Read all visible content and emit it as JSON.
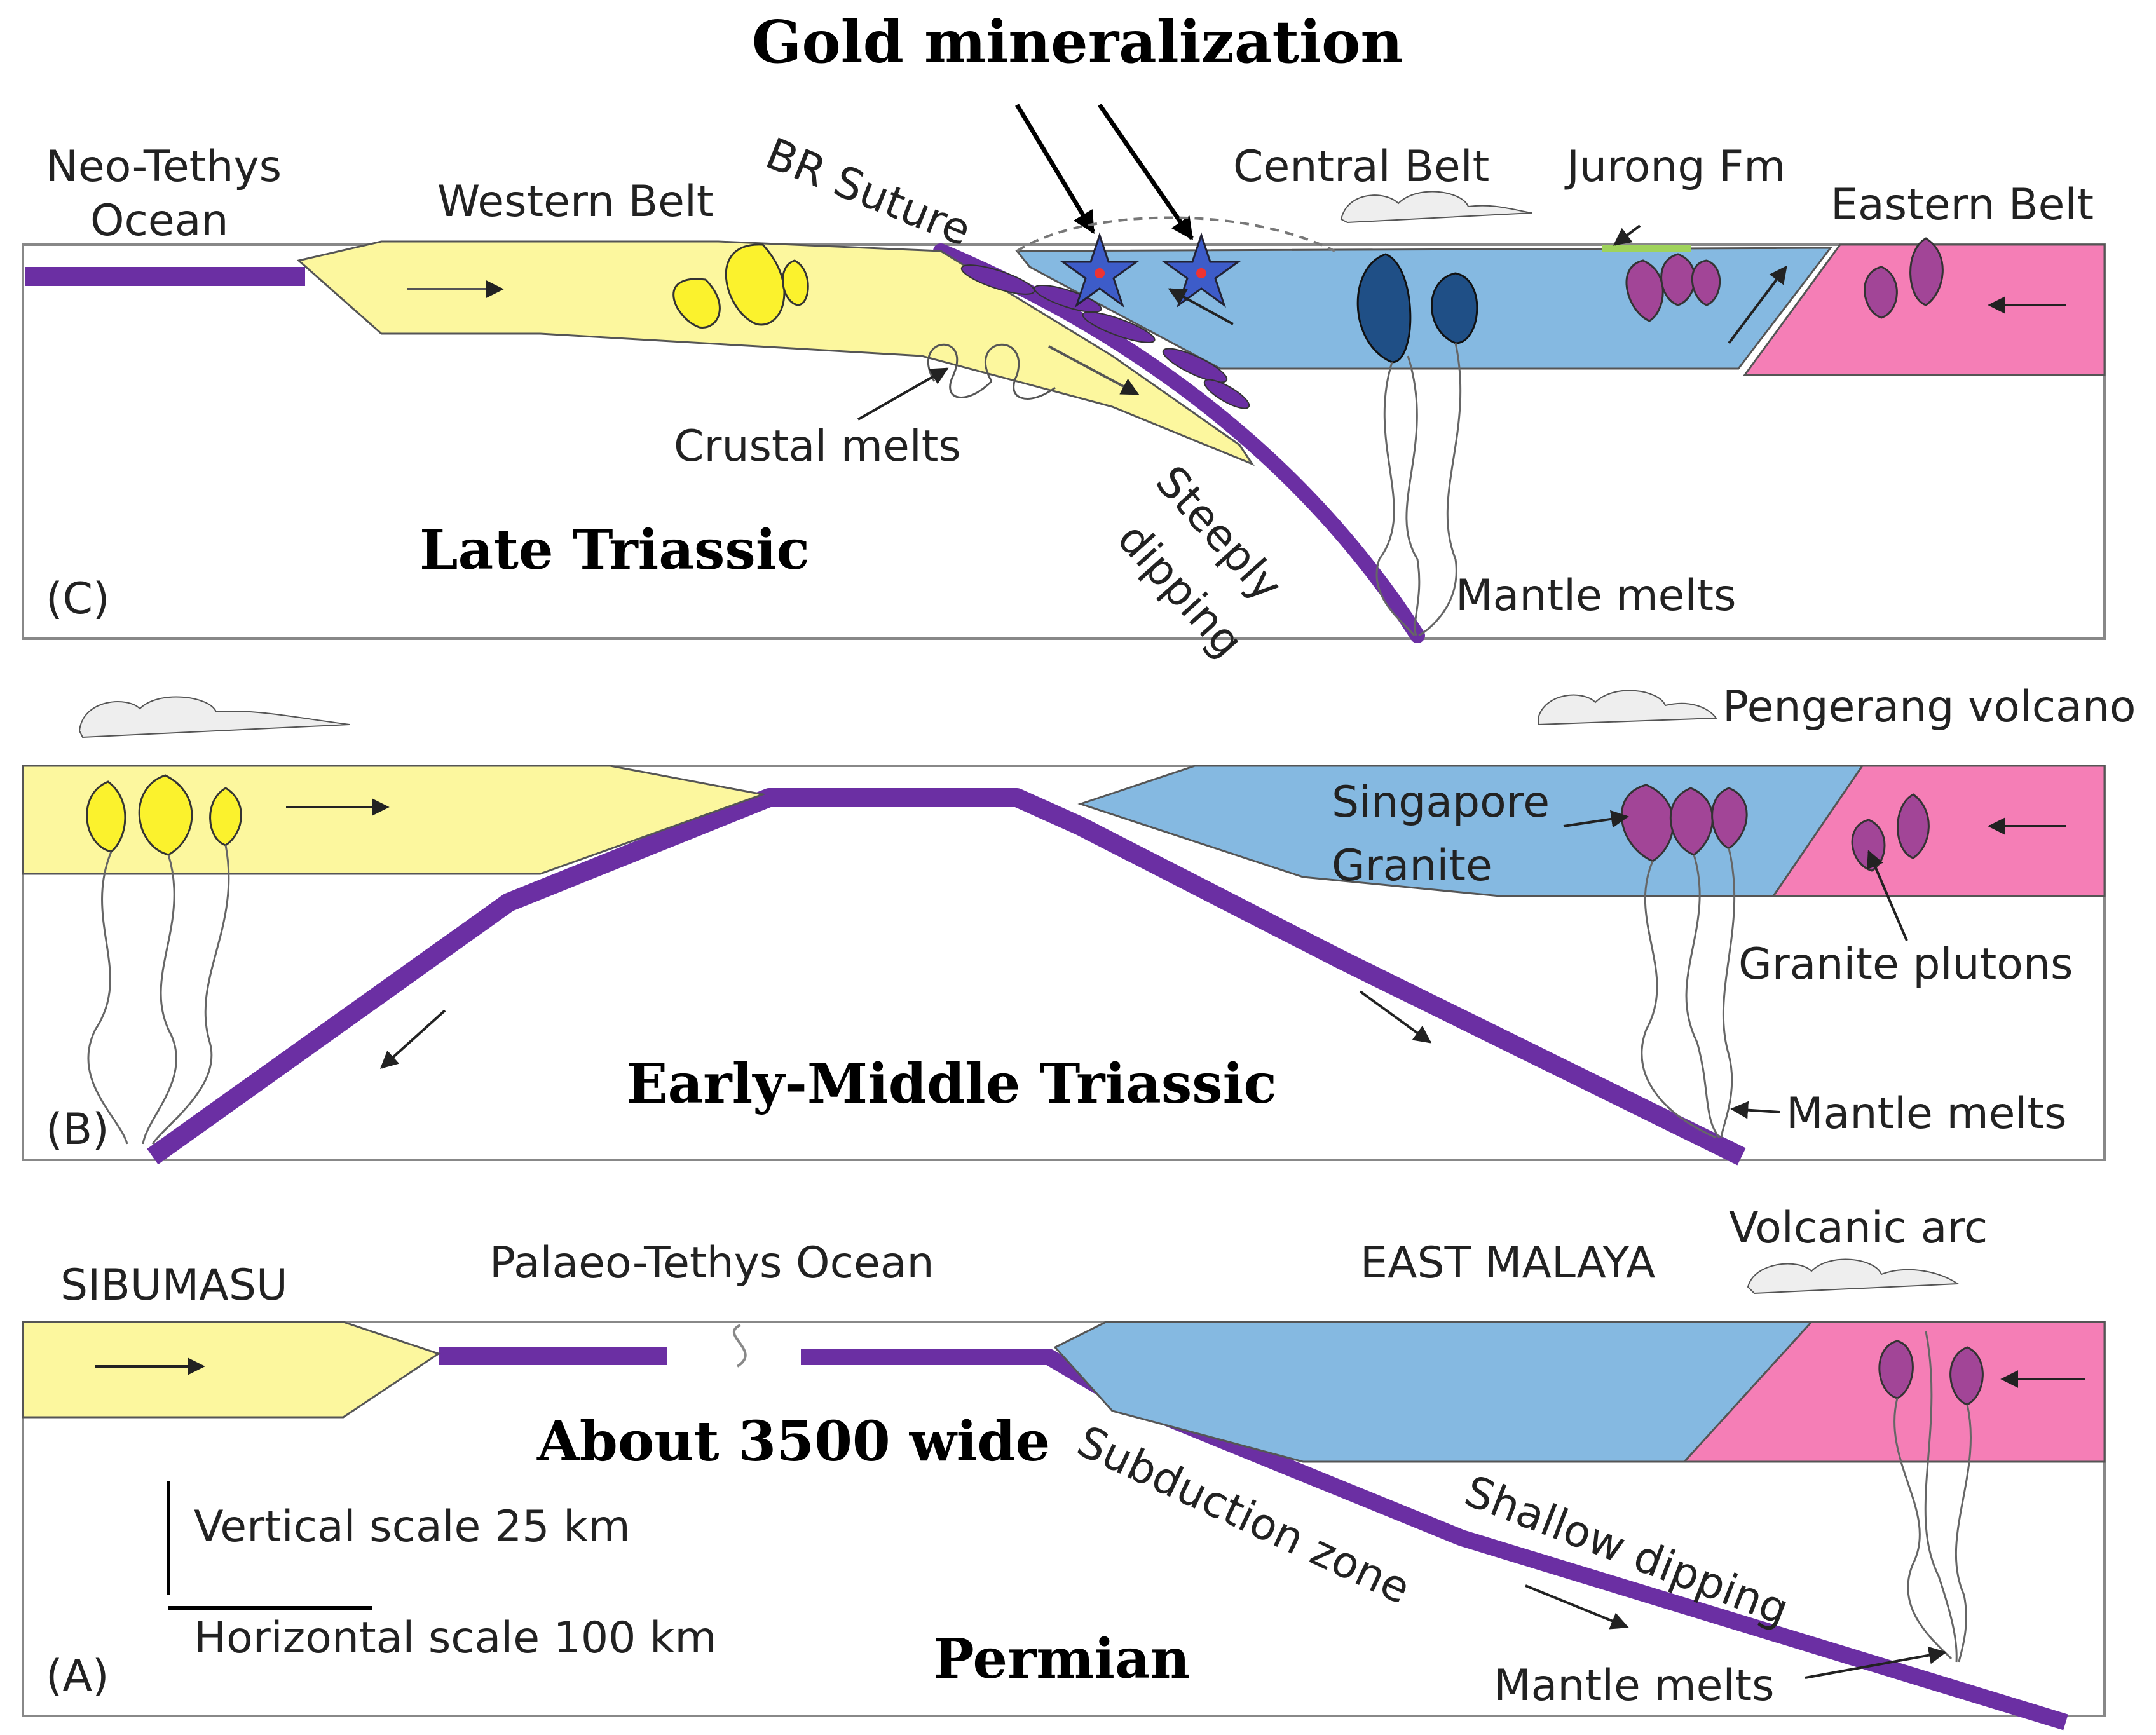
{
  "title": "Gold mineralization",
  "colors": {
    "western": "#fcf79e",
    "central": "#85b9e1",
    "eastern": "#f57eb6",
    "slab": "#6b2fa3",
    "pluton_yellow": "#fbf22d",
    "pluton_blue": "#1f4f86",
    "pluton_purple": "#a24597",
    "cloud": "#eeeeee"
  },
  "panels": {
    "c": {
      "letter": "(C)",
      "stage": "Late Triassic",
      "labels": {
        "neo_tethys_1": "Neo-Tethys",
        "neo_tethys_2": "Ocean",
        "western_belt": "Western Belt",
        "br_suture": "BR Suture",
        "central_belt": "Central Belt",
        "jurong_fm": "Jurong Fm",
        "eastern_belt": "Eastern Belt",
        "crustal_melts": "Crustal melts",
        "steeply_1": "Steeply",
        "steeply_2": "dipping",
        "mantle_melts": "Mantle melts"
      }
    },
    "b": {
      "letter": "(B)",
      "stage": "Early-Middle Triassic",
      "labels": {
        "pengerang": "Pengerang volcano",
        "singapore_1": "Singapore",
        "singapore_2": "Granite",
        "granite_plutons": "Granite plutons",
        "mantle_melts": "Mantle melts"
      }
    },
    "a": {
      "letter": "(A)",
      "stage": "Permian",
      "width_note": "About 3500 wide",
      "labels": {
        "sibumasu": "SIBUMASU",
        "palaeo_tethys": "Palaeo-Tethys Ocean",
        "east_malaya": "EAST MALAYA",
        "volcanic_arc": "Volcanic arc",
        "subduction_zone": "Subduction zone",
        "shallow_dipping": "Shallow dipping",
        "mantle_melts": "Mantle melts",
        "vertical_scale": "Vertical scale 25 km",
        "horizontal_scale": "Horizontal scale 100 km"
      }
    }
  }
}
